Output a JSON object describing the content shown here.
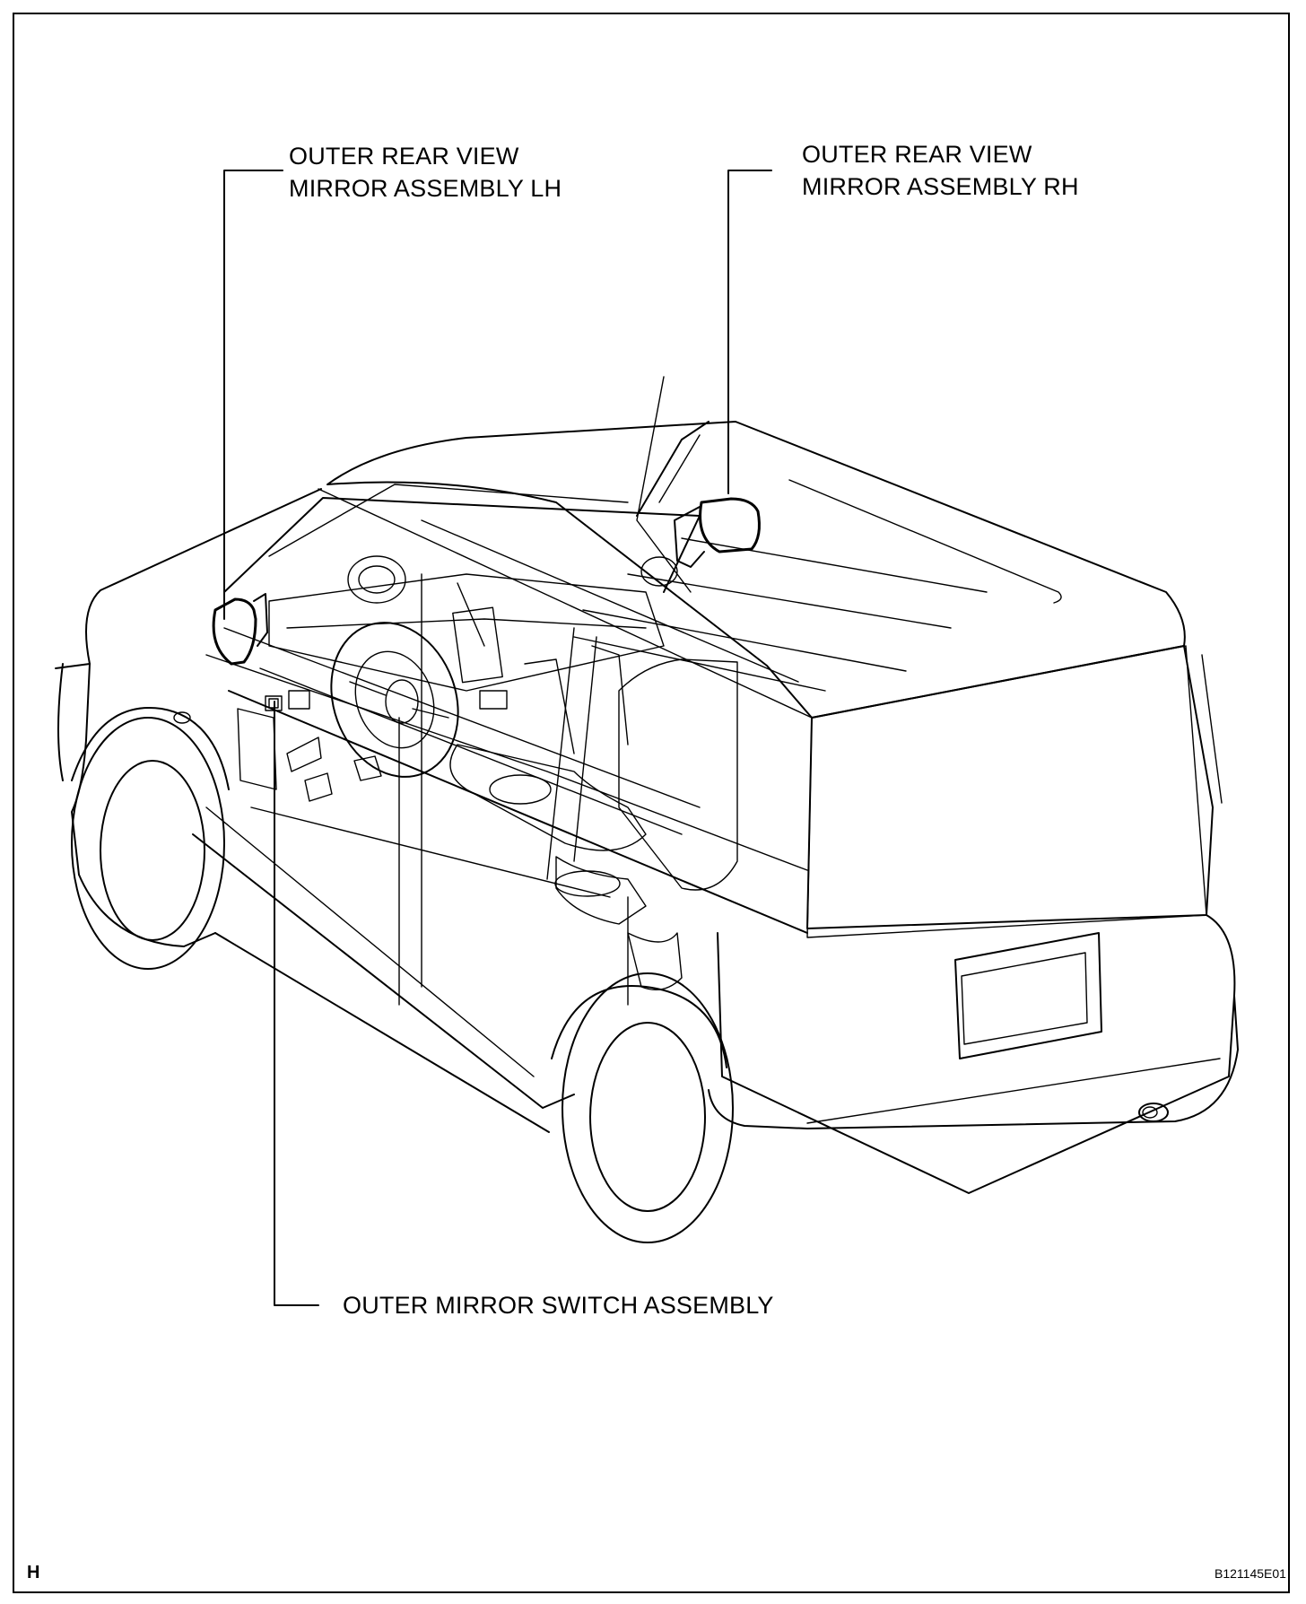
{
  "callouts": {
    "mirror_lh": {
      "line1": "OUTER REAR VIEW",
      "line2": "MIRROR ASSEMBLY LH"
    },
    "mirror_rh": {
      "line1": "OUTER REAR VIEW",
      "line2": "MIRROR ASSEMBLY RH"
    },
    "switch": {
      "text": "OUTER MIRROR SWITCH ASSEMBLY"
    }
  },
  "corner_marks": {
    "left": "H",
    "right": "B121145E01"
  },
  "colors": {
    "line": "#000000",
    "background": "#ffffff"
  }
}
